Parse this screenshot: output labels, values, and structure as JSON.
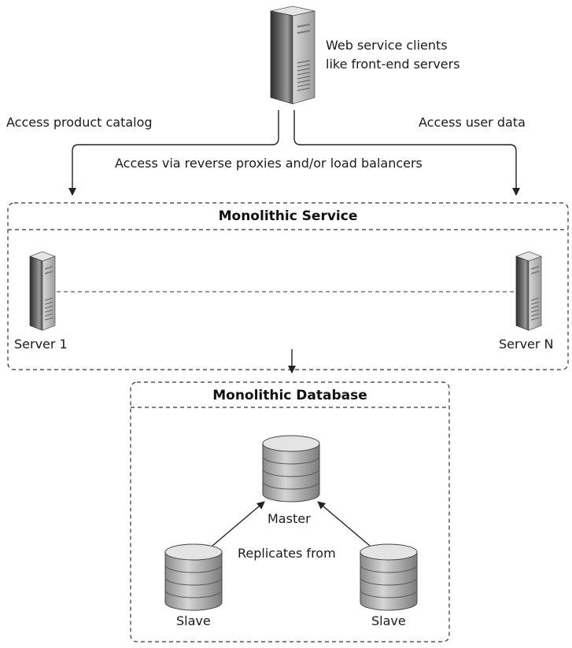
{
  "clients_label_line1": "Web service clients",
  "clients_label_line2": "like front-end servers",
  "left_flow_label": "Access product catalog",
  "right_flow_label": "Access user data",
  "proxy_label": "Access via reverse proxies and/or load balancers",
  "service_box": {
    "title": "Monolithic Service",
    "server_left": "Server 1",
    "server_right": "Server N"
  },
  "database_box": {
    "title": "Monolithic Database",
    "master": "Master",
    "replicates": "Replicates from",
    "slave_left": "Slave",
    "slave_right": "Slave"
  },
  "colors": {
    "line": "#222222",
    "server_dark": "#3a3a3a",
    "server_light": "#b9b9b9",
    "db_body": "#a8a8a8",
    "db_top": "#e2e2e2"
  }
}
